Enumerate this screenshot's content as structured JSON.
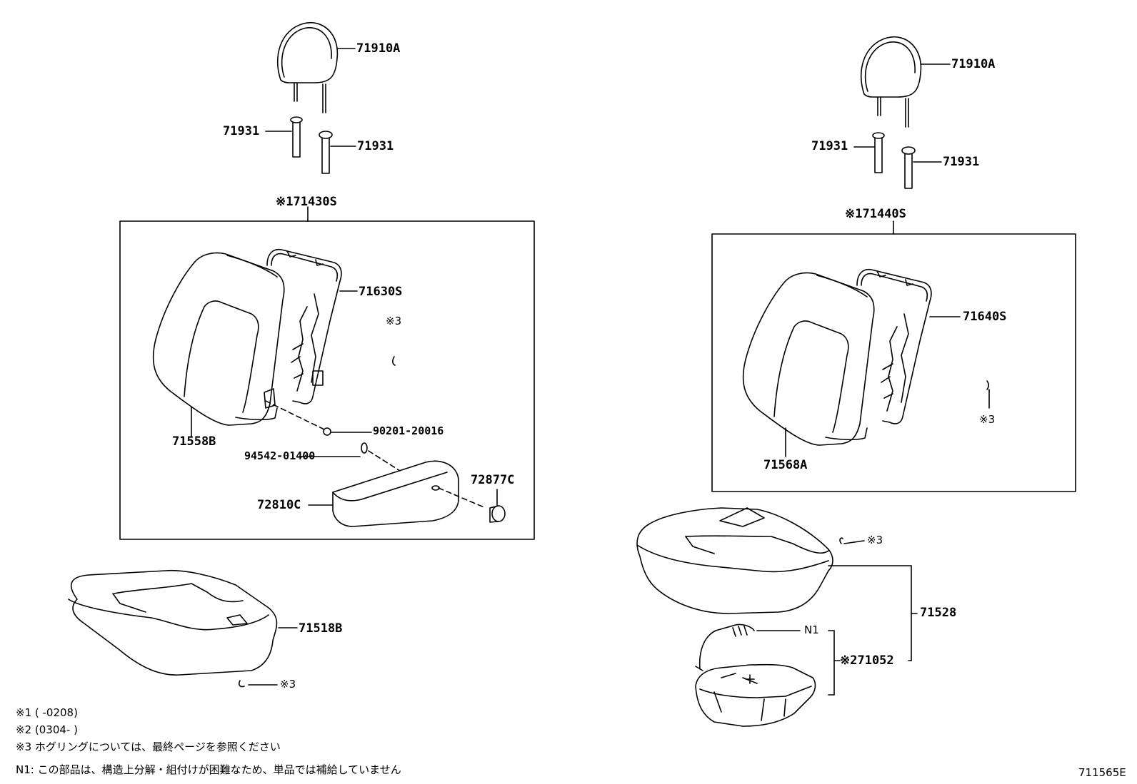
{
  "left": {
    "headrest": "71910A",
    "guide_left": "71931",
    "guide_right": "71931",
    "back_assy": "※171430S",
    "back_frame": "71630S",
    "hog_ring": "※3",
    "back_cover": "71558B",
    "screw": "90201-20016",
    "washer": "94542-01400",
    "armrest": "72810C",
    "armrest_cap": "72877C",
    "cushion": "71518B",
    "cushion_hog_ring": "※3"
  },
  "right": {
    "headrest": "71910A",
    "guide_left": "71931",
    "guide_right": "71931",
    "back_assy": "※171440S",
    "back_frame": "71640S",
    "hog_ring": "※3",
    "back_cover": "71568A",
    "cushion_hog_ring": "※3",
    "cushion_assy": "71528",
    "n1": "N1",
    "cushion_pad": "※271052"
  },
  "notes": {
    "n1_line1": "※1 (        -0208)",
    "n1_line2": "※2 (0304-        )",
    "n1_line3": "※3 ホグリングについては、最終ページを参照ください",
    "n1_line4": "N1: この部品は、構造上分解・組付けが困難なため、単品では補給していません"
  },
  "figure_code": "711565E"
}
